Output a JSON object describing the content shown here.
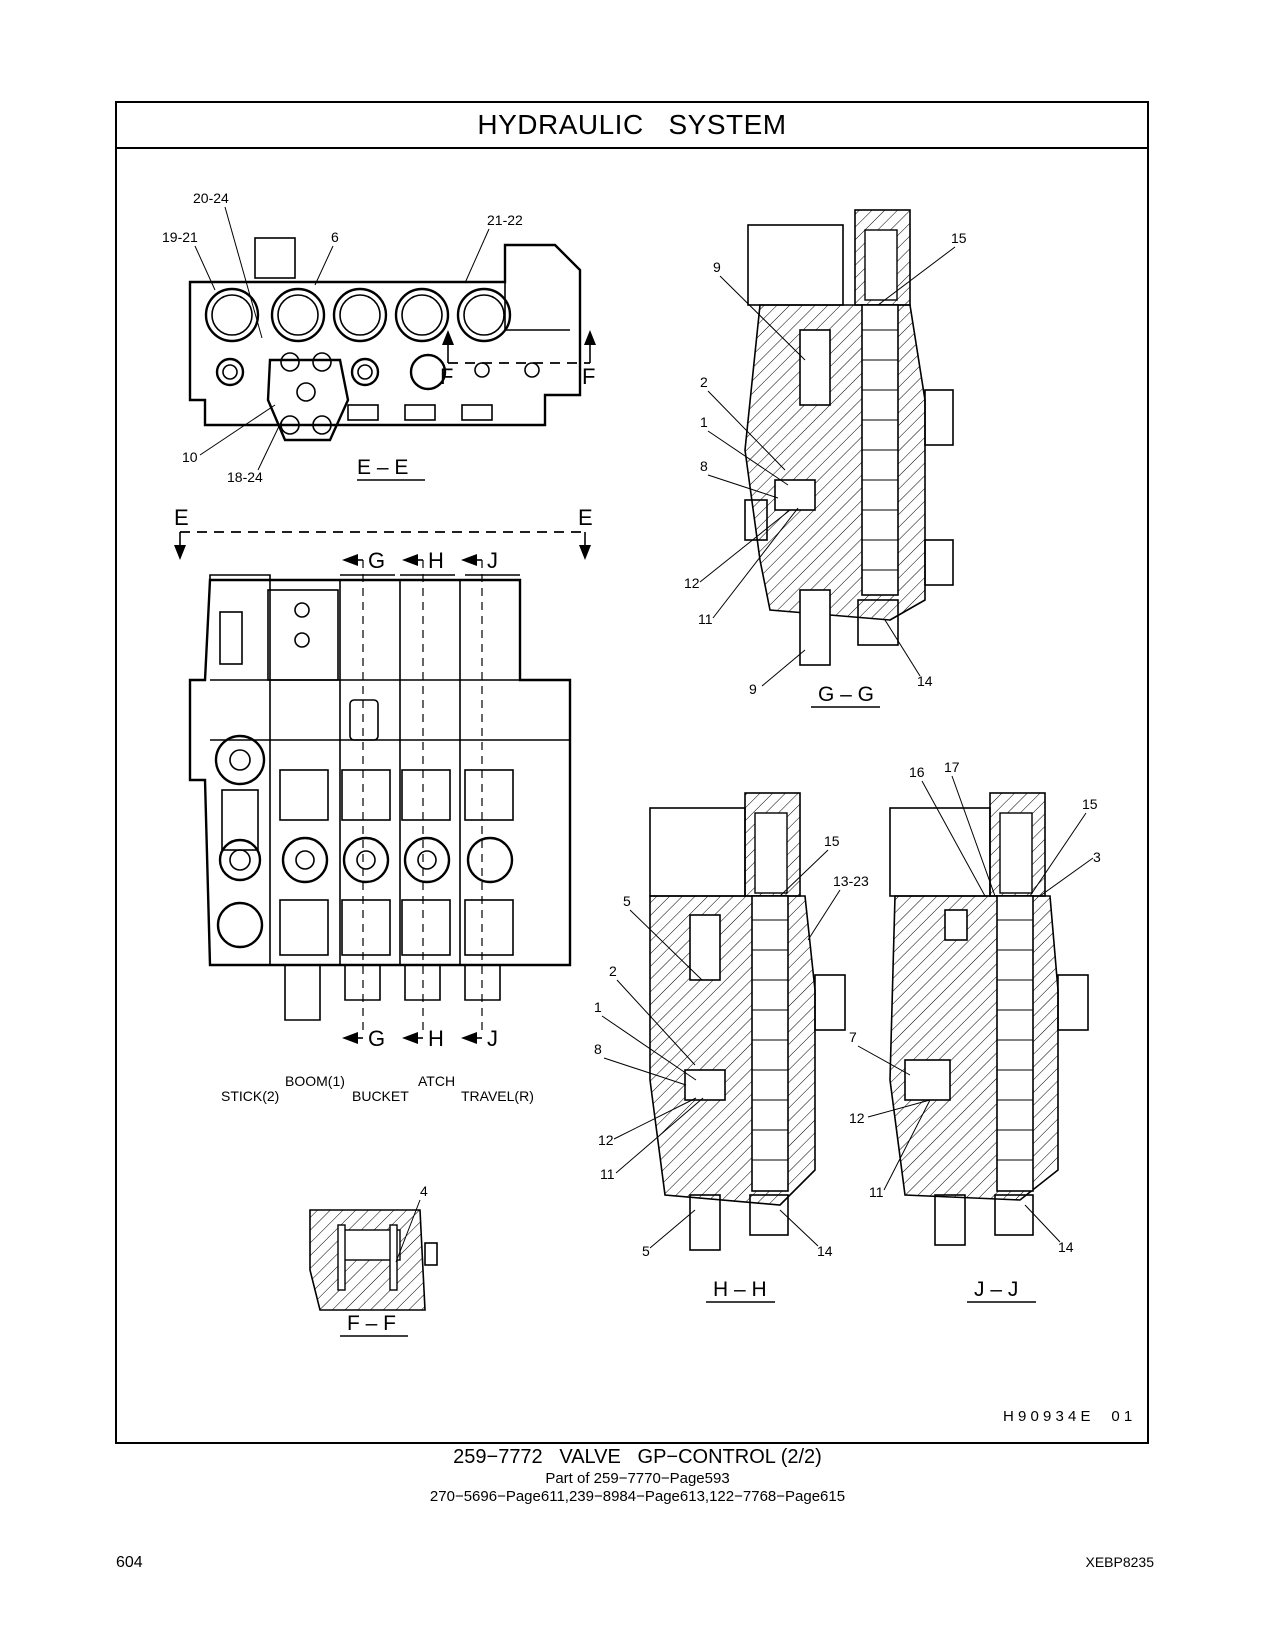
{
  "header": {
    "title": "HYDRAULIC   SYSTEM"
  },
  "views": {
    "ee": {
      "section_label": "E – E",
      "callouts": [
        "20-24",
        "19-21",
        "6",
        "21-22",
        "10",
        "18-24"
      ],
      "section_marks": [
        "F",
        "F"
      ]
    },
    "front": {
      "section_marks_e": [
        "E",
        "E"
      ],
      "section_marks_top": [
        "G",
        "H",
        "J"
      ],
      "section_marks_bottom": [
        "G",
        "H",
        "J"
      ],
      "valve_labels": [
        "STICK(2)",
        "BOOM(1)",
        "BUCKET",
        "ATCH",
        "TRAVEL(R)"
      ]
    },
    "ff": {
      "section_label": "F – F",
      "callouts": [
        "4"
      ]
    },
    "gg": {
      "section_label": "G – G",
      "callouts": [
        "9",
        "15",
        "2",
        "1",
        "8",
        "12",
        "11",
        "9",
        "14"
      ]
    },
    "hh": {
      "section_label": "H – H",
      "callouts": [
        "15",
        "13-23",
        "5",
        "2",
        "1",
        "8",
        "12",
        "11",
        "5",
        "14"
      ]
    },
    "jj": {
      "section_label": "J – J",
      "callouts": [
        "16",
        "17",
        "15",
        "3",
        "7",
        "12",
        "11",
        "14"
      ]
    }
  },
  "illustration_code": "H 9 0 9 3 4 E     0 1",
  "caption": {
    "line1": "259−7772   VALVE   GP−CONTROL (2/2)",
    "line2": "Part of 259−7770−Page593",
    "line3": "270−5696−Page611,239−8984−Page613,122−7768−Page615"
  },
  "footer": {
    "page_number": "604",
    "doc_code": "XEBP8235"
  }
}
